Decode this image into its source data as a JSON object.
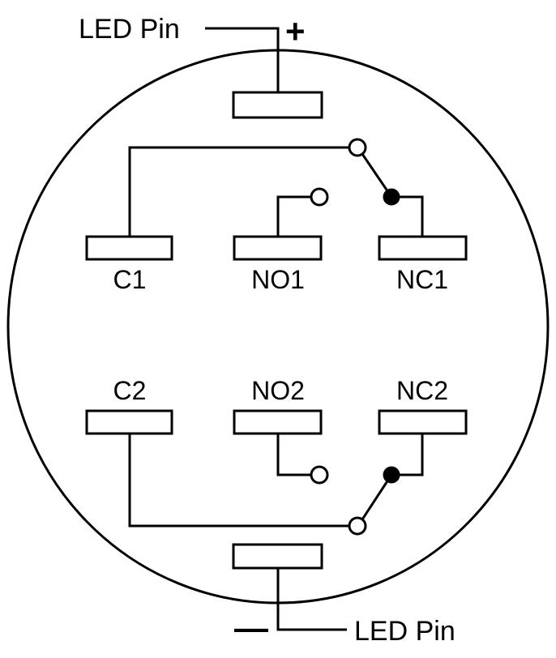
{
  "labels": {
    "led_top": "LED Pin",
    "plus": "+",
    "led_bottom": "LED Pin",
    "minus": "—",
    "c1": "C1",
    "no1": "NO1",
    "nc1": "NC1",
    "c2": "C2",
    "no2": "NO2",
    "nc2": "NC2"
  }
}
